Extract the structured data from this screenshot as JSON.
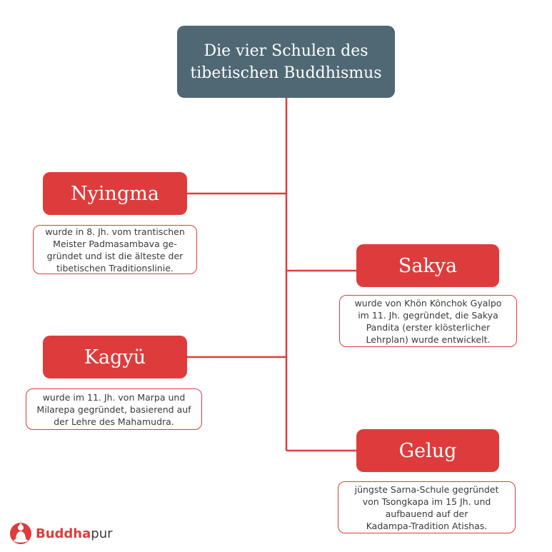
{
  "colors": {
    "title_bg": "#4f6874",
    "accent": "#de3c3c",
    "text_dark": "#3a3a3a"
  },
  "title": {
    "line1": "Die vier Schulen des",
    "line2": "tibetischen Buddhismus"
  },
  "schools": [
    {
      "name": "Nyingma",
      "description": [
        "wurde in 8. Jh. vom trantischen",
        "Meister Padmasambava ge-",
        "gründet und ist die älteste der",
        "tibetischen Traditionslinie."
      ]
    },
    {
      "name": "Sakya",
      "description": [
        "wurde von Khön Könchok Gyalpo",
        "im 11. Jh. gegründet, die Sakya",
        "Pandita (erster klösterlicher",
        "Lehrplan) wurde entwickelt."
      ]
    },
    {
      "name": "Kagyü",
      "description": [
        "wurde im 11. Jh. von Marpa und",
        "Milarepa gegründet, basierend auf",
        "der Lehre des Mahamudra."
      ]
    },
    {
      "name": "Gelug",
      "description": [
        "jüngste Sarna-Schule gegründet",
        "von Tsongkapa im 15 Jh. und",
        "aufbauend auf der",
        "Kadampa-Tradition Atishas."
      ]
    }
  ],
  "logo": {
    "brand": "Buddha",
    "suffix": "pur",
    "icon": "buddha-silhouette-icon"
  }
}
